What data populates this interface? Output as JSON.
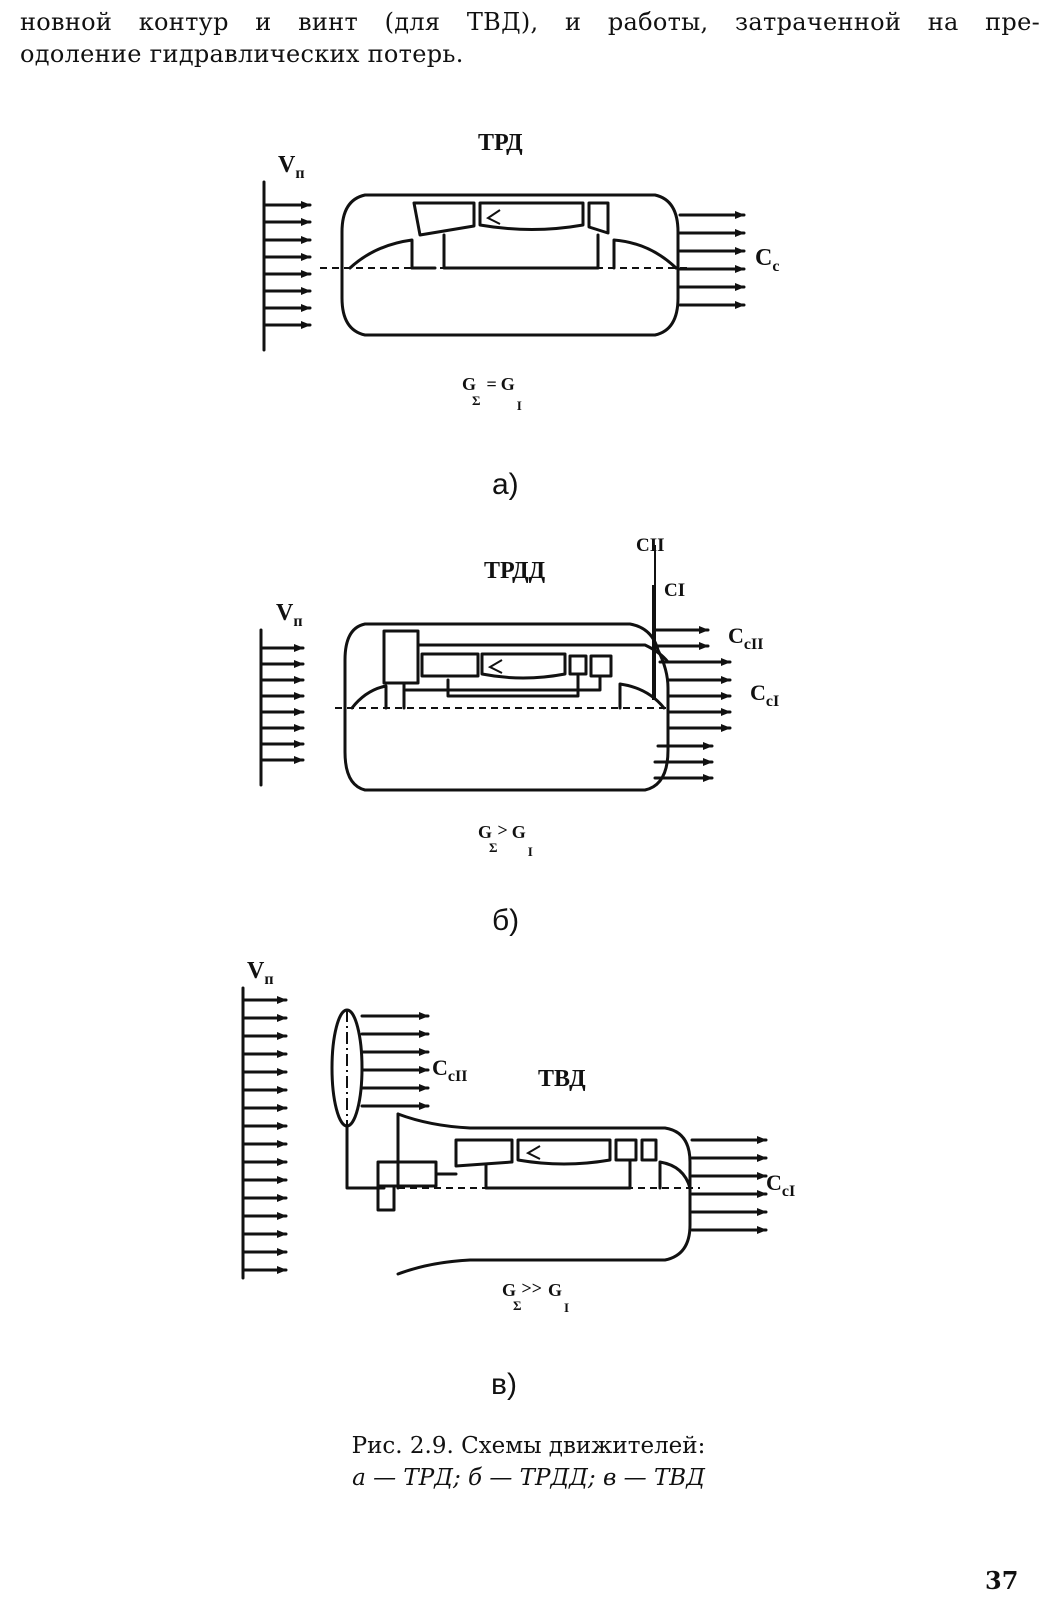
{
  "intro_text": {
    "line1": "новной контур и винт (для ТВД), и работы, затраченной на пре-",
    "line2": "одоление гидравлических потерь."
  },
  "figure_a": {
    "engine_label": "ТРД",
    "inlet_velocity": {
      "main": "V",
      "sub": "п"
    },
    "exhaust_velocity": {
      "main": "C",
      "sub": "c"
    },
    "flow_relation": {
      "left": "G",
      "left_sub": "Σ",
      "op": "=",
      "right": "G",
      "right_sub": "I"
    },
    "panel_label": "а)"
  },
  "figure_b": {
    "engine_label": "ТРДД",
    "inlet_velocity": {
      "main": "V",
      "sub": "п"
    },
    "contour_outer": "CII",
    "contour_inner": "CI",
    "exhaust_outer": {
      "main": "C",
      "sub": "cII"
    },
    "exhaust_inner": {
      "main": "C",
      "sub": "cI"
    },
    "flow_relation": {
      "left": "G",
      "left_sub": "Σ",
      "op": ">",
      "right": "G",
      "right_sub": "I"
    },
    "panel_label": "б)"
  },
  "figure_c": {
    "engine_label": "ТВД",
    "inlet_velocity": {
      "main": "V",
      "sub": "п"
    },
    "propeller_velocity": {
      "main": "C",
      "sub": "cII"
    },
    "exhaust_velocity": {
      "main": "C",
      "sub": "cI"
    },
    "flow_relation": {
      "left": "G",
      "left_sub": "Σ",
      "op": ">>",
      "right": "G",
      "right_sub": "I"
    },
    "panel_label": "в)"
  },
  "caption": {
    "line1": "Рис. 2.9. Схемы движителей:",
    "line2": "а — ТРД; б — ТРДД; в — ТВД"
  },
  "page_number": "37"
}
